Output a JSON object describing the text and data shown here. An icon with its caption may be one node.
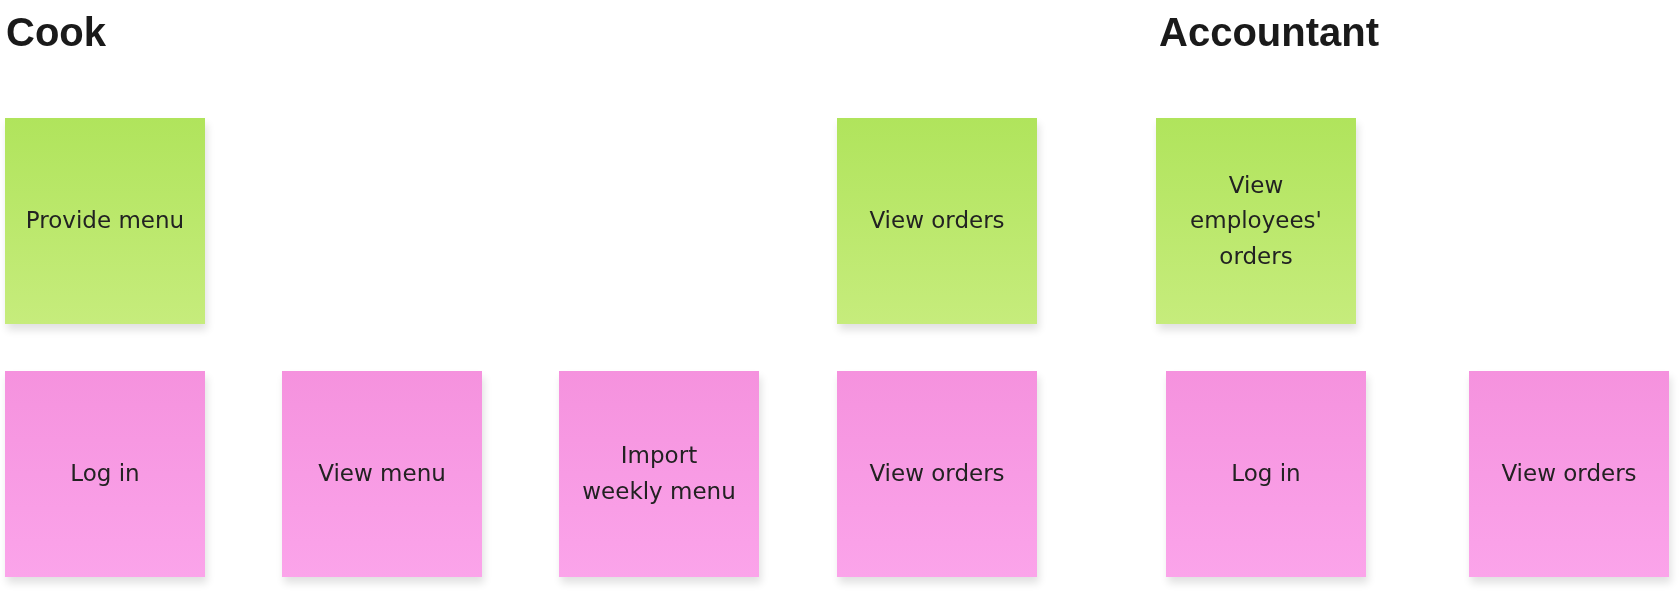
{
  "diagram": {
    "nodes": [
      {
        "text": [
          "Provide menu"
        ]
      },
      {
        "text": [
          "View orders"
        ]
      },
      {
        "text": [
          "View employees' orders"
        ]
      },
      {
        "text": [
          "Log in"
        ]
      },
      {
        "text": [
          "View menu"
        ]
      },
      {
        "text": [
          "Import weekly menu"
        ]
      },
      {
        "text": [
          "View orders"
        ]
      },
      {
        "text": [
          "Log in"
        ]
      },
      {
        "text": [
          "View orders"
        ]
      }
    ],
    "edges": [],
    "labels": [
      "Cook",
      "Accountant"
    ]
  }
}
